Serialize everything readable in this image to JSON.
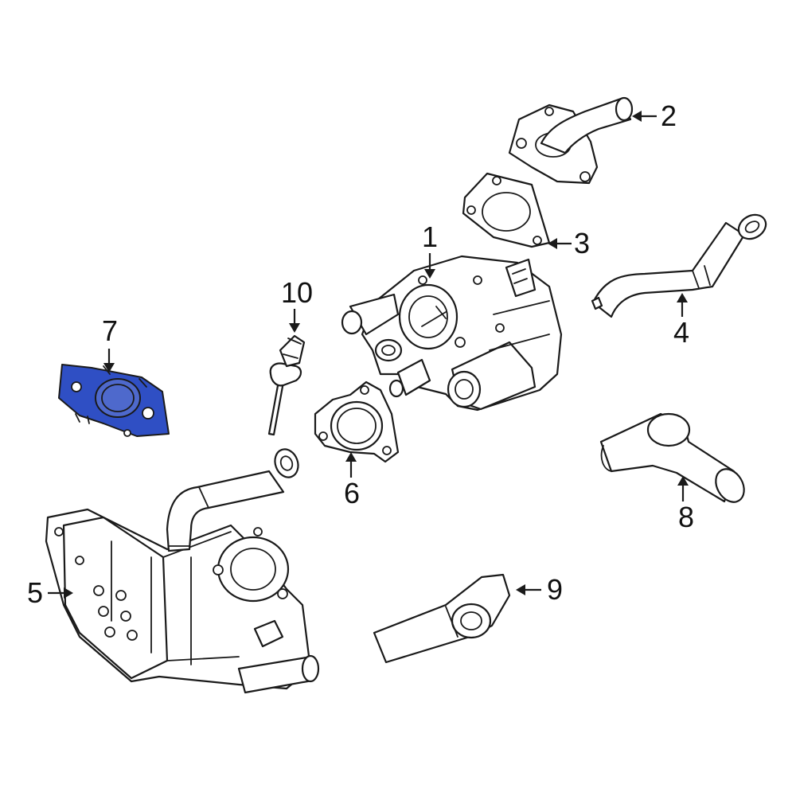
{
  "colors": {
    "highlight_fill": "#2f4fc4",
    "line": "#1a1a1a",
    "background": "#ffffff"
  },
  "highlighted_part": "7",
  "callouts": [
    {
      "id": "c1",
      "label": "1"
    },
    {
      "id": "c2",
      "label": "2"
    },
    {
      "id": "c3",
      "label": "3"
    },
    {
      "id": "c4",
      "label": "4"
    },
    {
      "id": "c5",
      "label": "5"
    },
    {
      "id": "c6",
      "label": "6"
    },
    {
      "id": "c7",
      "label": "7"
    },
    {
      "id": "c8",
      "label": "8"
    },
    {
      "id": "c9",
      "label": "9"
    },
    {
      "id": "c10",
      "label": "10"
    }
  ]
}
